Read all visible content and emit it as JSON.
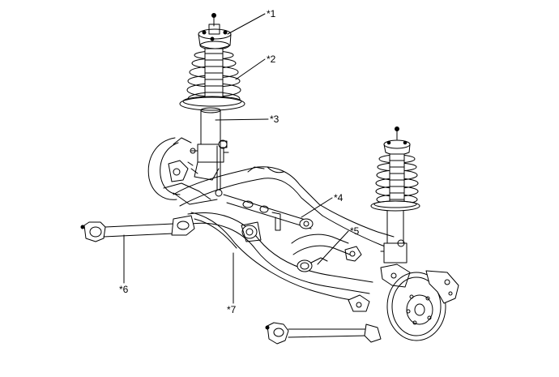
{
  "diagram": {
    "callouts": [
      {
        "id": "c1",
        "label": "*1",
        "part": "strut-mount"
      },
      {
        "id": "c2",
        "label": "*2",
        "part": "coil-spring"
      },
      {
        "id": "c3",
        "label": "*3",
        "part": "shock-absorber"
      },
      {
        "id": "c4",
        "label": "*4",
        "part": "lateral-link"
      },
      {
        "id": "c5",
        "label": "*5",
        "part": "bushing"
      },
      {
        "id": "c6",
        "label": "*6",
        "part": "trailing-arm"
      },
      {
        "id": "c7",
        "label": "*7",
        "part": "stabilizer-bar"
      }
    ],
    "line_color": "#000000",
    "background": "#ffffff"
  }
}
